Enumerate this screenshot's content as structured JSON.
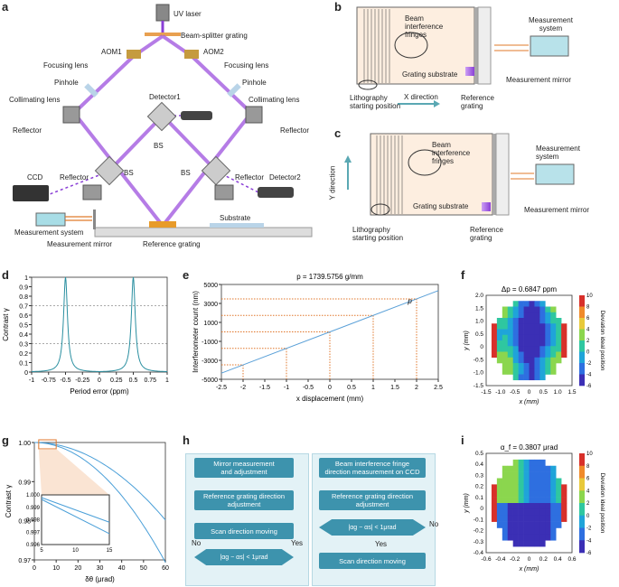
{
  "panels": {
    "a": "a",
    "b": "b",
    "c": "c",
    "d": "d",
    "e": "e",
    "f": "f",
    "g": "g",
    "h": "h",
    "i": "i"
  },
  "a": {
    "uv_laser": "UV laser",
    "bsg": "Beam-splitter grating",
    "aom1": "AOM1",
    "aom2": "AOM2",
    "focus_l": "Focusing lens",
    "focus_r": "Focusing lens",
    "pin_l": "Pinhole",
    "pin_r": "Pinhole",
    "coll_l": "Collimating lens",
    "coll_r": "Collimating lens",
    "det1": "Detector1",
    "refl_l": "Reflector",
    "refl_r": "Reflector",
    "bs_c": "BS",
    "bs_l": "BS",
    "bs_r": "BS",
    "ccd": "CCD",
    "refl_bl": "Reflector",
    "refl_br": "Reflector",
    "det2": "Detector2",
    "substrate": "Substrate",
    "meas_sys": "Measurement system",
    "meas_mirror": "Measurement mirror",
    "ref_grating": "Reference grating"
  },
  "b": {
    "fringes": "Beam\ninterference\nfringes",
    "meas_sys": "Measurement\nsystem",
    "grating_sub": "Grating substrate",
    "meas_mirror": "Measurement mirror",
    "litho": "Lithography\nstarting position",
    "xdir": "X direction",
    "ref": "Reference\ngrating"
  },
  "c": {
    "ydir": "Y direction",
    "fringes": "Beam\ninterference\nfringes",
    "meas_sys": "Measurement\nsystem",
    "grating_sub": "Grating substrate",
    "meas_mirror": "Measurement mirror",
    "litho": "Lithography\nstarting position",
    "ref": "Reference\ngrating"
  },
  "chart_data": [
    {
      "id": "d",
      "type": "line",
      "xlabel": "Period error (ppm)",
      "ylabel": "Contrast γ",
      "xlim": [
        -1,
        1
      ],
      "ylim": [
        0,
        1
      ],
      "xticks": [
        "-1",
        "-0.75",
        "-0.5",
        "-0.25",
        "0",
        "0.25",
        "0.5",
        "0.75",
        "1"
      ],
      "yticks": [
        "0",
        "0.1",
        "0.2",
        "0.3",
        "0.4",
        "0.5",
        "0.6",
        "0.7",
        "0.8",
        "0.9",
        "1"
      ],
      "series": [
        {
          "peaks": [
            -0.5,
            0.5
          ],
          "peak_value": 1.0
        }
      ]
    },
    {
      "id": "e",
      "type": "line",
      "title": "p = 1739.5756 g/mm",
      "xlabel": "x displacement (mm)",
      "ylabel": "Interferometer count (nm)",
      "xlim": [
        -2.5,
        2.5
      ],
      "ylim": [
        -5000,
        5000
      ],
      "xticks": [
        "-2.5",
        "-2",
        "-1.5",
        "-1",
        "-0.5",
        "0",
        "0.5",
        "1",
        "1.5",
        "2",
        "2.5"
      ],
      "yticks": [
        "-5000",
        "-3000",
        "-1000",
        "1000",
        "3000",
        "5000"
      ],
      "series": [
        {
          "x": [
            -2.5,
            2.5
          ],
          "y": [
            -4350,
            4350
          ]
        }
      ],
      "markers": [
        -2,
        -1,
        0,
        1,
        2
      ],
      "annotation": "p"
    },
    {
      "id": "f",
      "type": "heatmap",
      "title": "Δp = 0.6847 ppm",
      "xlabel": "x (mm)",
      "ylabel": "y (mm)",
      "colorbar_label": "Deviation ideal position",
      "xticks": [
        "-1.5",
        "-1.0",
        "-0.5",
        "0",
        "0.5",
        "1.0",
        "1.5"
      ],
      "yticks": [
        "-1.5",
        "-1.0",
        "-0.5",
        "0",
        "0.5",
        "1.0",
        "1.5",
        "2.0"
      ],
      "cbar_ticks": [
        "10",
        "8",
        "6",
        "4",
        "2",
        "0",
        "-2",
        "-4",
        "-6"
      ]
    },
    {
      "id": "g",
      "type": "line",
      "xlabel": "δθ (μrad)",
      "ylabel": "Contrast γ",
      "xlim": [
        0,
        60
      ],
      "ylim": [
        0.97,
        1.0
      ],
      "xticks": [
        "0",
        "10",
        "20",
        "30",
        "40",
        "50",
        "60"
      ],
      "yticks": [
        "0.97",
        "0.98",
        "0.99",
        "1.00"
      ],
      "inset": {
        "xticks": [
          "5",
          "10",
          "15"
        ],
        "yticks": [
          "0.996",
          "0.997",
          "0.998",
          "0.999",
          "1.000"
        ]
      }
    },
    {
      "id": "i",
      "type": "heatmap",
      "title": "α_f = 0.3807 μrad",
      "xlabel": "x (mm)",
      "ylabel": "y (mm)",
      "colorbar_label": "Deviation ideal position",
      "xticks": [
        "-0.6",
        "-0.4",
        "-0.2",
        "0",
        "0.2",
        "0.4",
        "0.6"
      ],
      "yticks": [
        "-0.4",
        "-0.3",
        "-0.2",
        "-0.1",
        "0",
        "0.1",
        "0.2",
        "0.3",
        "0.4",
        "0.5"
      ],
      "cbar_ticks": [
        "10",
        "8",
        "6",
        "4",
        "2",
        "0",
        "-2",
        "-4",
        "-6"
      ]
    }
  ],
  "h": {
    "left": [
      "Mirror measurement\nand adjustment",
      "Reference grating direction\nadjustment",
      "Scan direction moving"
    ],
    "left_cond": "|αg − αs| < 1μrad",
    "no": "No",
    "yes": "Yes",
    "right": [
      "Beam interference fringe\ndirection measurement on CCD",
      "Reference grating direction\nadjustment",
      "Scan direction moving"
    ],
    "right_cond": "|αg − αs| < 1μrad",
    "no2": "No",
    "yes2": "Yes"
  }
}
